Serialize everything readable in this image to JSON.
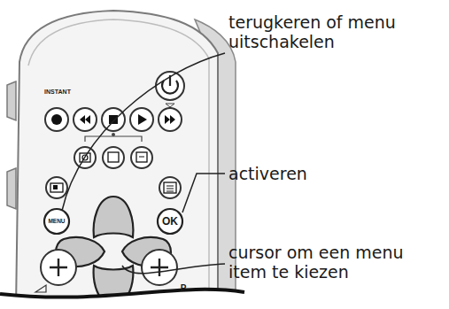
{
  "diagram": {
    "labels": [
      "INSTANT",
      "MENU",
      "OK",
      "P",
      "terugkeren of menu uitschakelen",
      "activeren",
      "cursor om een menu item te kiezen"
    ]
  }
}
